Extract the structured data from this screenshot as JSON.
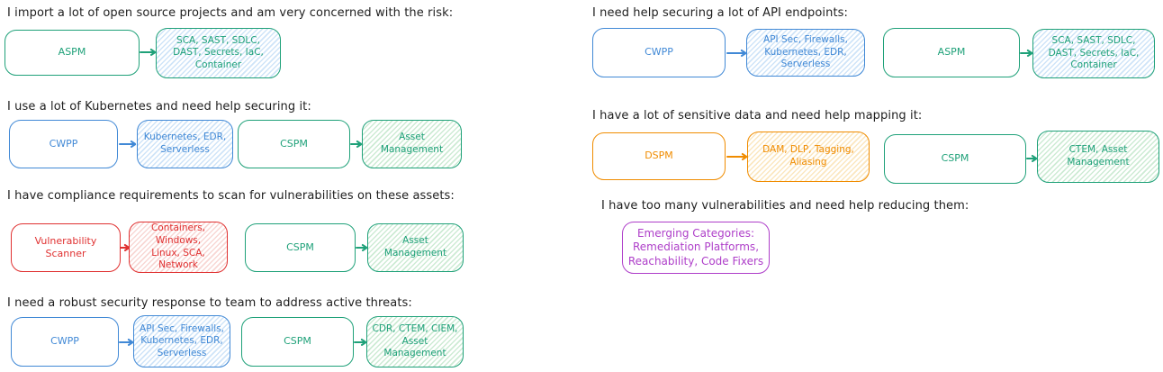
{
  "colors": {
    "green": "#1fa179",
    "blue": "#4189d6",
    "red": "#e03131",
    "orange": "#f08c00",
    "purple": "#ae3ec9",
    "ink": "#1e1e1e",
    "hatch_blue": "#cfe4f8",
    "hatch_green": "#cdebd4",
    "hatch_red": "#f8d7d4",
    "hatch_orange": "#fbe7c0"
  },
  "flows": [
    {
      "heading": "I import a lot of open source projects and am very concerned with the risk:",
      "boxes": [
        {
          "label": "ASPM"
        },
        {
          "label": "SCA, SAST, SDLC,\nDAST, Secrets, IaC,\nContainer"
        }
      ]
    },
    {
      "heading": "I use a lot of Kubernetes and need help securing it:",
      "boxes": [
        {
          "label": "CWPP"
        },
        {
          "label": "Kubernetes, EDR,\nServerless"
        },
        {
          "label": "CSPM"
        },
        {
          "label": "Asset Management"
        }
      ]
    },
    {
      "heading": "I have compliance requirements to scan for vulnerabilities on these assets:",
      "boxes": [
        {
          "label": "Vulnerability Scanner"
        },
        {
          "label": "Containers, Windows,\nLinux, SCA, Network"
        },
        {
          "label": "CSPM"
        },
        {
          "label": "Asset Management"
        }
      ]
    },
    {
      "heading": "I need a robust security response to team to address active threats:",
      "boxes": [
        {
          "label": "CWPP"
        },
        {
          "label": "API Sec, Firewalls,\nKubernetes, EDR,\nServerless"
        },
        {
          "label": "CSPM"
        },
        {
          "label": "CDR, CTEM, CIEM,\nAsset Management"
        }
      ]
    },
    {
      "heading": "I need help securing a lot of API endpoints:",
      "boxes": [
        {
          "label": "CWPP"
        },
        {
          "label": "API Sec, Firewalls,\nKubernetes, EDR,\nServerless"
        },
        {
          "label": "ASPM"
        },
        {
          "label": "SCA, SAST, SDLC,\nDAST, Secrets, IaC,\nContainer"
        }
      ]
    },
    {
      "heading": "I have a lot of sensitive data and need help mapping it:",
      "boxes": [
        {
          "label": "DSPM"
        },
        {
          "label": "DAM, DLP, Tagging,\nAliasing"
        },
        {
          "label": "CSPM"
        },
        {
          "label": "CTEM, Asset\nManagement"
        }
      ]
    },
    {
      "heading": "I have too many vulnerabilities and need help reducing them:",
      "boxes": [
        {
          "label": "Emerging Categories:\nRemediation Platforms,\nReachability, Code Fixers"
        }
      ]
    }
  ]
}
